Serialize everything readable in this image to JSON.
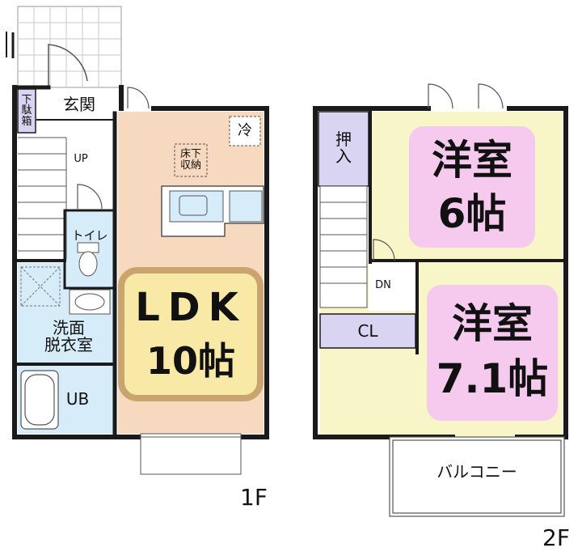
{
  "colors": {
    "ldk": "#f7d9bf",
    "ldk_badge": "#f8e9a6",
    "ldk_badge_border": "#c9a46e",
    "western_room": "#f8f5c8",
    "western_badge": "#f6c9ef",
    "closet": "#d8d4f2",
    "wet_area": "#d6ecf8",
    "wall": "#1a1a1a"
  },
  "floor1": {
    "floor_label": "1F",
    "entrance": "玄関",
    "shoe_box": "下\n駄\n箱",
    "stairs_up": "UP",
    "toilet": "トイレ",
    "washroom": "洗面\n脱衣室",
    "bath": "UB",
    "fridge": "冷",
    "underfloor_storage": "床下\n収納",
    "ldk_name": "LDK",
    "ldk_size": "10帖"
  },
  "floor2": {
    "floor_label": "2F",
    "oshiire": "押\n入",
    "stairs_down": "DN",
    "closet": "CL",
    "room1_name": "洋室",
    "room1_size": "6帖",
    "room2_name": "洋室",
    "room2_size": "7.1帖",
    "balcony": "バルコニー"
  }
}
